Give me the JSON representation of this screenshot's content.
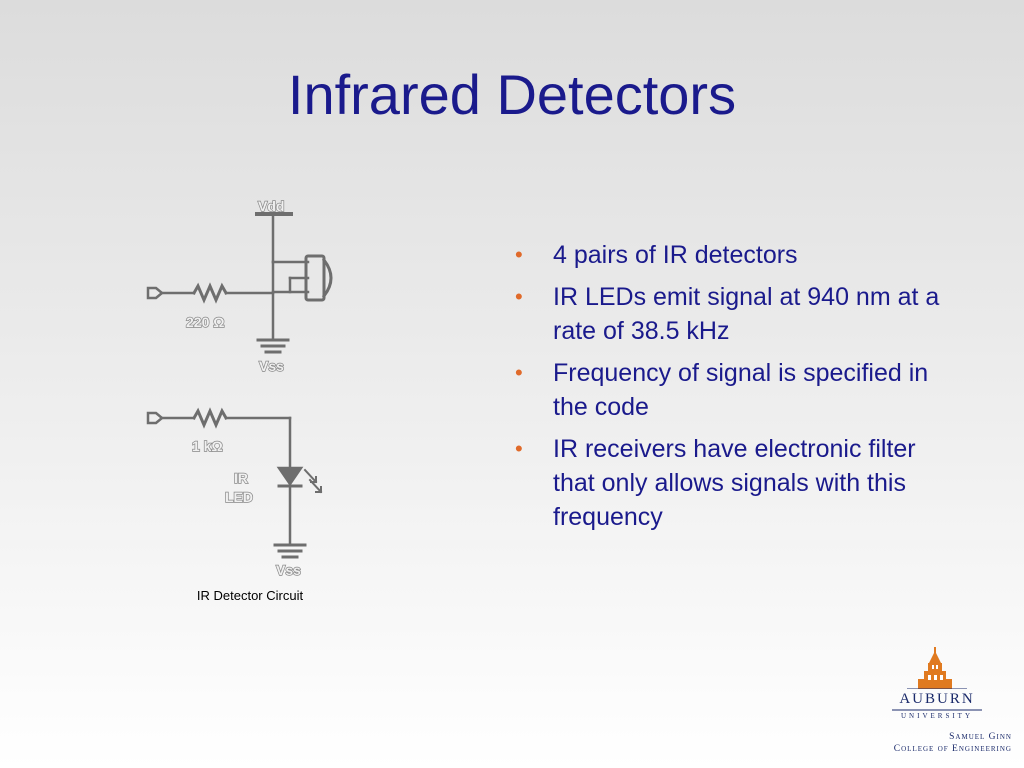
{
  "slide": {
    "title": "Infrared Detectors",
    "bullets": [
      "4 pairs of IR detectors",
      "IR LEDs emit signal at 940 nm at a rate of 38.5 kHz",
      "Frequency of signal is specified in the code",
      "IR receivers have electronic filter that only allows signals with this frequency"
    ]
  },
  "circuit": {
    "vdd": "Vdd",
    "resistor1": "220 Ω",
    "vss1": "Vss",
    "resistor2": "1 kΩ",
    "led_line1": "IR",
    "led_line2": "LED",
    "vss2": "Vss",
    "caption": "IR Detector Circuit"
  },
  "logo": {
    "name": "AUBURN",
    "sub": "UNIVERSITY",
    "college_line1": "Samuel Ginn",
    "college_line2": "College of Engineering"
  },
  "colors": {
    "title": "#1a1a8c",
    "bullet_marker": "#e06a2a",
    "logo_orange": "#e07a20",
    "logo_blue": "#1a2a6a"
  }
}
